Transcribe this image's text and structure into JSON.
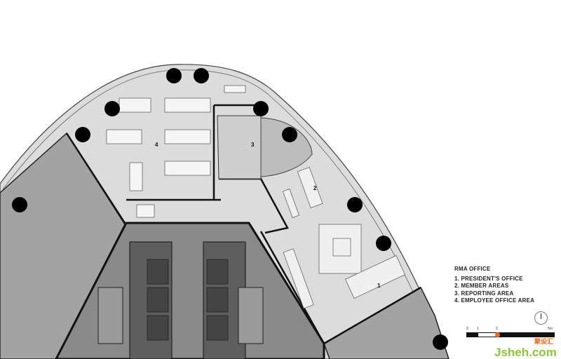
{
  "legend": {
    "title": "RMA OFFICE",
    "items": [
      "1. PRESIDENT'S OFFICE",
      "2. MEMBER AREAS",
      "3. REPORTING AREA",
      "4. EMPLOYEE OFFICE AREA"
    ]
  },
  "plan_labels": {
    "president": "1",
    "member": "2",
    "reporting": "3",
    "employee": "4"
  },
  "scale": {
    "ticks": [
      "0",
      "1",
      "2",
      "5m"
    ]
  },
  "watermark": {
    "latin": "Jsheh.com",
    "chinese": "聚设汇"
  },
  "colors": {
    "floor": "#dcdcdc",
    "wedge": "#a3a3a3",
    "core": "#7a7a7a",
    "column": "#000000",
    "accent": "#f26b1d"
  }
}
